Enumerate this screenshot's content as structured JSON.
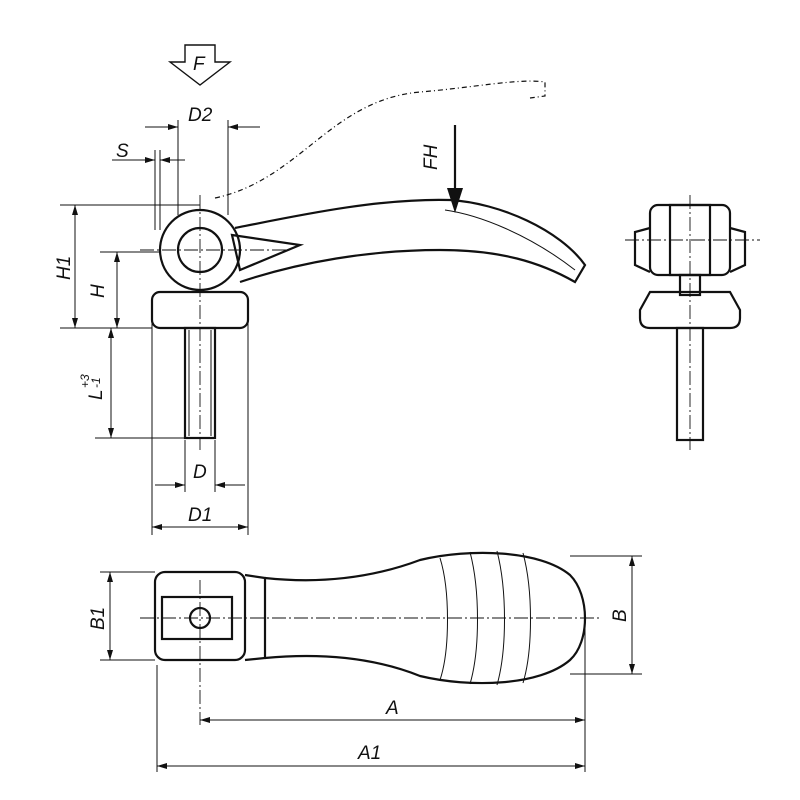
{
  "labels": {
    "F": "F",
    "D2": "D2",
    "S": "S",
    "FH": "FH",
    "H1": "H1",
    "H": "H",
    "L": "L",
    "L_tol_upper": "+3",
    "L_tol_lower": "-1",
    "D": "D",
    "D1": "D1",
    "B1": "B1",
    "B": "B",
    "A": "A",
    "A1": "A1"
  }
}
